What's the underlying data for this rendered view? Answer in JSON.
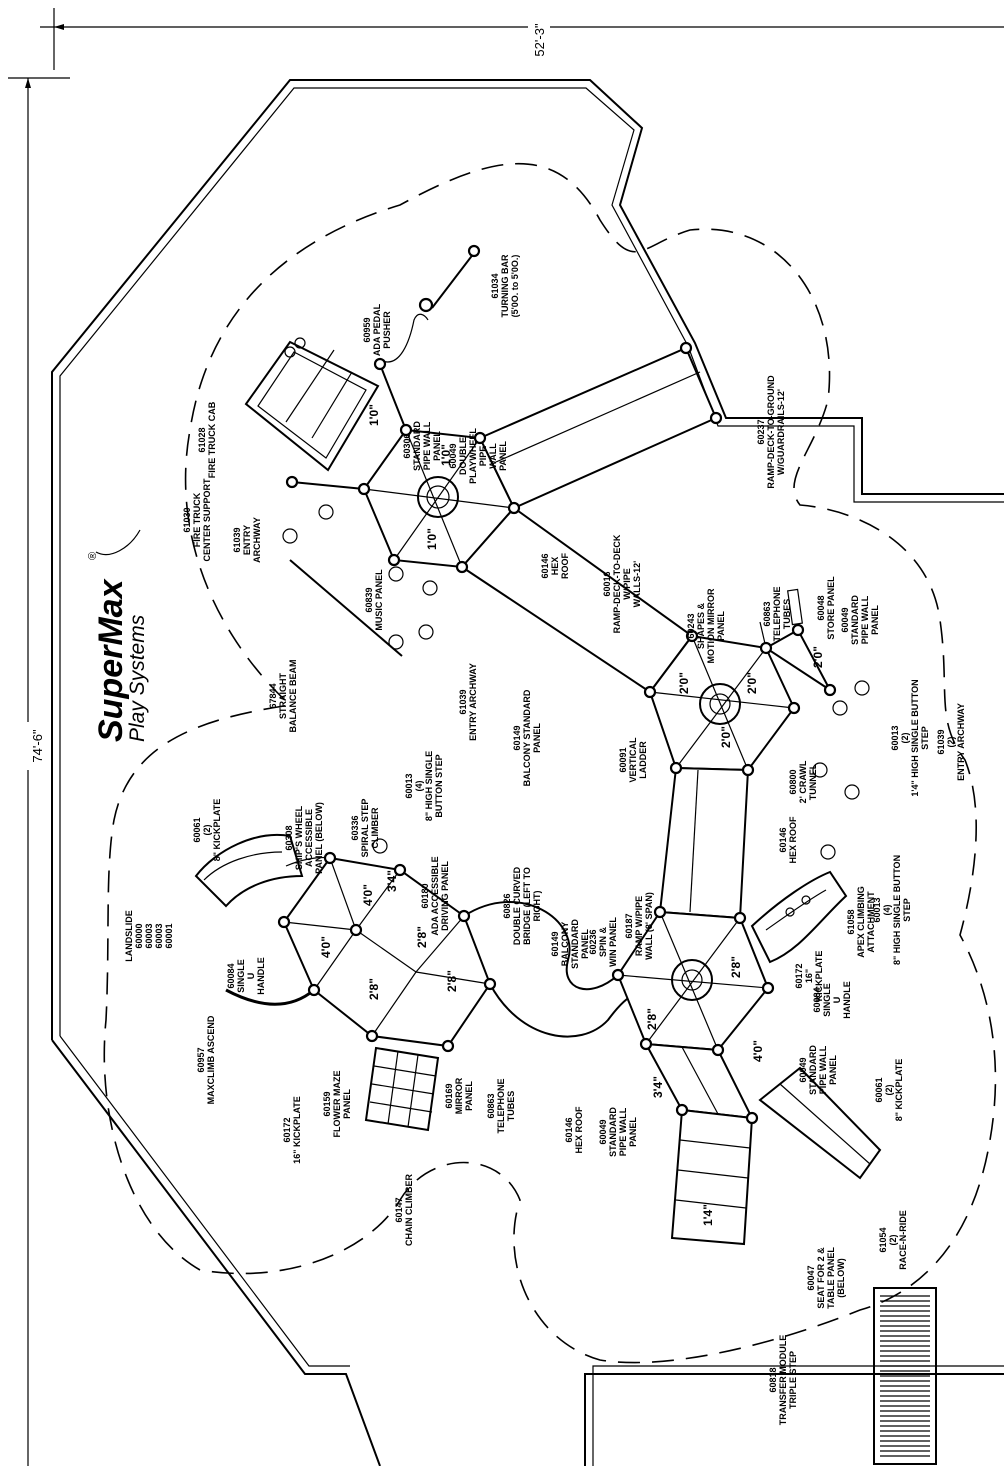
{
  "dimensions": {
    "width_label": "52'-3\"",
    "length_label": "74'-6\""
  },
  "brand": {
    "line1": "SuperMax",
    "line2": "Play Systems",
    "registered": "®"
  },
  "deck_dims": {
    "top_a": "1'0\"",
    "top_b": "1'0\"",
    "top_c": "1'0\"",
    "mid_a": "2'0\"",
    "mid_b": "2'0\"",
    "mid_c": "2'0\"",
    "mid_tri": "2'0\"",
    "left_a": "4'0\"",
    "left_b": "3'4\"",
    "left_c": "4'0\"",
    "left_d": "2'8\"",
    "left_e": "2'8\"",
    "left_f": "2'8\"",
    "bot_a": "2'8\"",
    "bot_b": "2'8\"",
    "bot_c": "3'4\"",
    "bot_d": "4'0\"",
    "bot_e": "1'4\""
  },
  "labels": {
    "fire_truck_cab": [
      "61028",
      "FIRE TRUCK CAB"
    ],
    "fire_truck_support": [
      "61030",
      "FIRE TRUCK",
      "CENTER SUPPORT"
    ],
    "entry_archway_top": [
      "61039",
      "ENTRY",
      "ARCHWAY"
    ],
    "ada_pedal": [
      "60959",
      "ADA PEDAL",
      "PUSHER"
    ],
    "turning_bar": [
      "61034",
      "TURNING BAR",
      "(5'0O. to 5'0O.)"
    ],
    "std_pipe_top": [
      "60306",
      "STANDARD",
      "PIPE WALL",
      "PANEL"
    ],
    "playwheel": [
      "60049",
      "DOUBLE",
      "PLAYWHEEL",
      "PIPE",
      "WALL",
      "PANEL"
    ],
    "ramp_ground": [
      "60237",
      "RAMP-DECK-TO-GROUND",
      "W/GUARDRAILS-12'"
    ],
    "music_panel": [
      "60839",
      "MUSIC PANEL"
    ],
    "hex_roof_top": [
      "60146",
      "HEX",
      "ROOF"
    ],
    "ramp_deck": [
      "60016",
      "RAMP-DECK-TO-DECK",
      "W/PIPE",
      "WALLS-12'"
    ],
    "balance_beam": [
      "67844",
      "STRAIGHT",
      "BALANCE BEAM"
    ],
    "entry_archway_mid": [
      "61039",
      "ENTRY ARCHWAY"
    ],
    "balcony_top": [
      "60149",
      "BALCONY STANDARD",
      "PANEL"
    ],
    "shapes_mirror": [
      "60243",
      "SHAPES &",
      "MOTION MIRROR",
      "PANEL"
    ],
    "telephone_top": [
      "60863",
      "TELEPHONE",
      "TUBES"
    ],
    "store_panel": [
      "60048",
      "STORE PANEL"
    ],
    "std_pipe_right": [
      "60049",
      "STANDARD",
      "PIPE WALL",
      "PANEL"
    ],
    "single_btn_top": [
      "60013",
      "(4)",
      "8\" HIGH SINGLE",
      "BUTTON STEP"
    ],
    "single_btn_right": [
      "60013",
      "(2)",
      "1'4\" HIGH SINGLE BUTTON",
      "STEP"
    ],
    "entry_archway_right": [
      "61039",
      "(2)",
      "ENTRY ARCHWAY"
    ],
    "vertical_ladder": [
      "60091",
      "VERTICAL",
      "LADDER"
    ],
    "crawl_tunnel": [
      "60800",
      "2' CRAWL",
      "TUNNEL"
    ],
    "hex_roof_mid": [
      "60146",
      "HEX ROOF"
    ],
    "kickplate_top": [
      "60061",
      "(2)",
      "8\" KICKPLATE"
    ],
    "ships_wheel": [
      "60308",
      "SHIP'S WHEEL",
      "ACCESSIBLE",
      "PANEL (BELOW)"
    ],
    "spiral_step": [
      "60336",
      "SPIRAL STEP",
      "CLIMBER"
    ],
    "ada_driving": [
      "60180",
      "ADA ACCESSIBLE",
      "DRIVING PANEL"
    ],
    "curved_bridge": [
      "60826",
      "DOUBLE CURVED",
      "BRIDGE (LEFT TO",
      "RIGHT)"
    ],
    "balcony_mid": [
      "60149",
      "BALCONY",
      "STANDARD",
      "PANEL"
    ],
    "spin_win": [
      "60236",
      "SPIN &",
      "WIN PANEL"
    ],
    "ramp_pipe": [
      "60187",
      "RAMP W/PIPE",
      "WALL (8' SPAN)"
    ],
    "single_btn_lower": [
      "60013",
      "(4)",
      "8\" HIGH SINGLE BUTTON",
      "STEP"
    ],
    "apex_climbing": [
      "61058",
      "APEX CLIMBING",
      "ATTACHMENT"
    ],
    "landslide": [
      "LANDSLIDE",
      "60000",
      "60003",
      "60003",
      "60001"
    ],
    "single_u_left": [
      "60084",
      "SINGLE",
      "U",
      "HANDLE"
    ],
    "maxclimb": [
      "60957",
      "MAXCLIMB ASCEND"
    ],
    "kickplate_16_left": [
      "60172",
      "16\" KICKPLATE"
    ],
    "flower_maze": [
      "60159",
      "FLOWER MAZE",
      "PANEL"
    ],
    "mirror_panel": [
      "60169",
      "MIRROR",
      "PANEL"
    ],
    "telephone_low": [
      "60863",
      "TELEPHONE",
      "TUBES"
    ],
    "chain_climber": [
      "60147",
      "CHAIN CLIMBER"
    ],
    "hex_roof_low": [
      "60146",
      "HEX ROOF"
    ],
    "std_pipe_low": [
      "60049",
      "STANDARD",
      "PIPE WALL",
      "PANEL"
    ],
    "kickplate_16_right": [
      "60172",
      "16\"",
      "KICKPLATE"
    ],
    "single_u_right": [
      "60084",
      "SINGLE",
      "U",
      "HANDLE"
    ],
    "std_pipe_low_right": [
      "60049",
      "STANDARD",
      "PIPE WALL",
      "PANEL"
    ],
    "kickplate_low": [
      "60061",
      "(2)",
      "8\" KICKPLATE"
    ],
    "seat_table": [
      "60047",
      "SEAT FOR 2 &",
      "TABLE PANEL",
      "(BELOW)"
    ],
    "race_n_ride": [
      "61054",
      "(2)",
      "RACE-N-RIDE"
    ],
    "transfer_module": [
      "60818",
      "TRANSFER MODULE",
      "TRIPLE STEP"
    ]
  }
}
